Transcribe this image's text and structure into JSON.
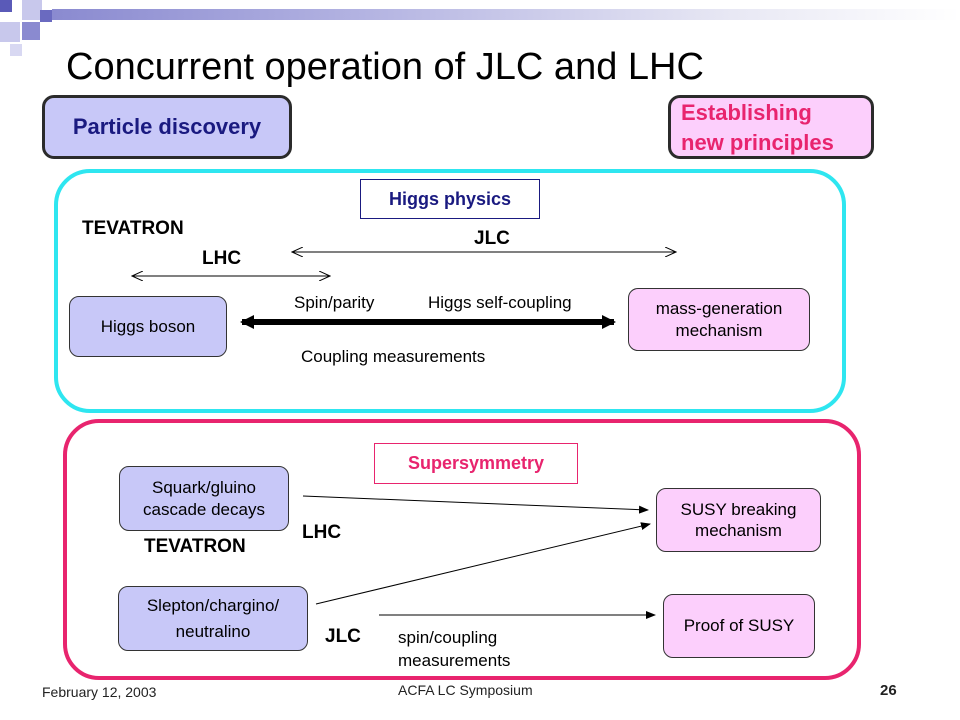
{
  "slide": {
    "title": "Concurrent operation of JLC and LHC",
    "particle_discovery": "Particle discovery",
    "new_principles_line1": "Establishing",
    "new_principles_line2": "new principles"
  },
  "higgs": {
    "section_label": "Higgs physics",
    "tevatron": "TEVATRON",
    "lhc": "LHC",
    "jlc": "JLC",
    "higgs_boson": "Higgs boson",
    "mass_gen_line1": "mass-generation",
    "mass_gen_line2": "mechanism",
    "spin_parity": "Spin/parity",
    "self_coupling": "Higgs self-coupling",
    "coupling_meas": "Coupling measurements"
  },
  "susy": {
    "section_label": "Supersymmetry",
    "squark_line1": "Squark/gluino",
    "squark_line2": "cascade decays",
    "tevatron": "TEVATRON",
    "lhc": "LHC",
    "slepton_line1": "Slepton/chargino/",
    "slepton_line2": "neutralino",
    "jlc": "JLC",
    "breaking_line1": "SUSY breaking",
    "breaking_line2": "mechanism",
    "proof": "Proof of SUSY",
    "spin_line1": "spin/coupling",
    "spin_line2": "measurements"
  },
  "footer": {
    "date": "February 12, 2003",
    "event": "ACFA LC Symposium",
    "page": "26"
  },
  "colors": {
    "higgs_border": "#2ee6f0",
    "susy_border": "#e8246e",
    "higgs_label": "#1a1a80",
    "susy_label": "#e8246e",
    "principles_text": "#e8246e",
    "discovery_text": "#1a1a80"
  }
}
